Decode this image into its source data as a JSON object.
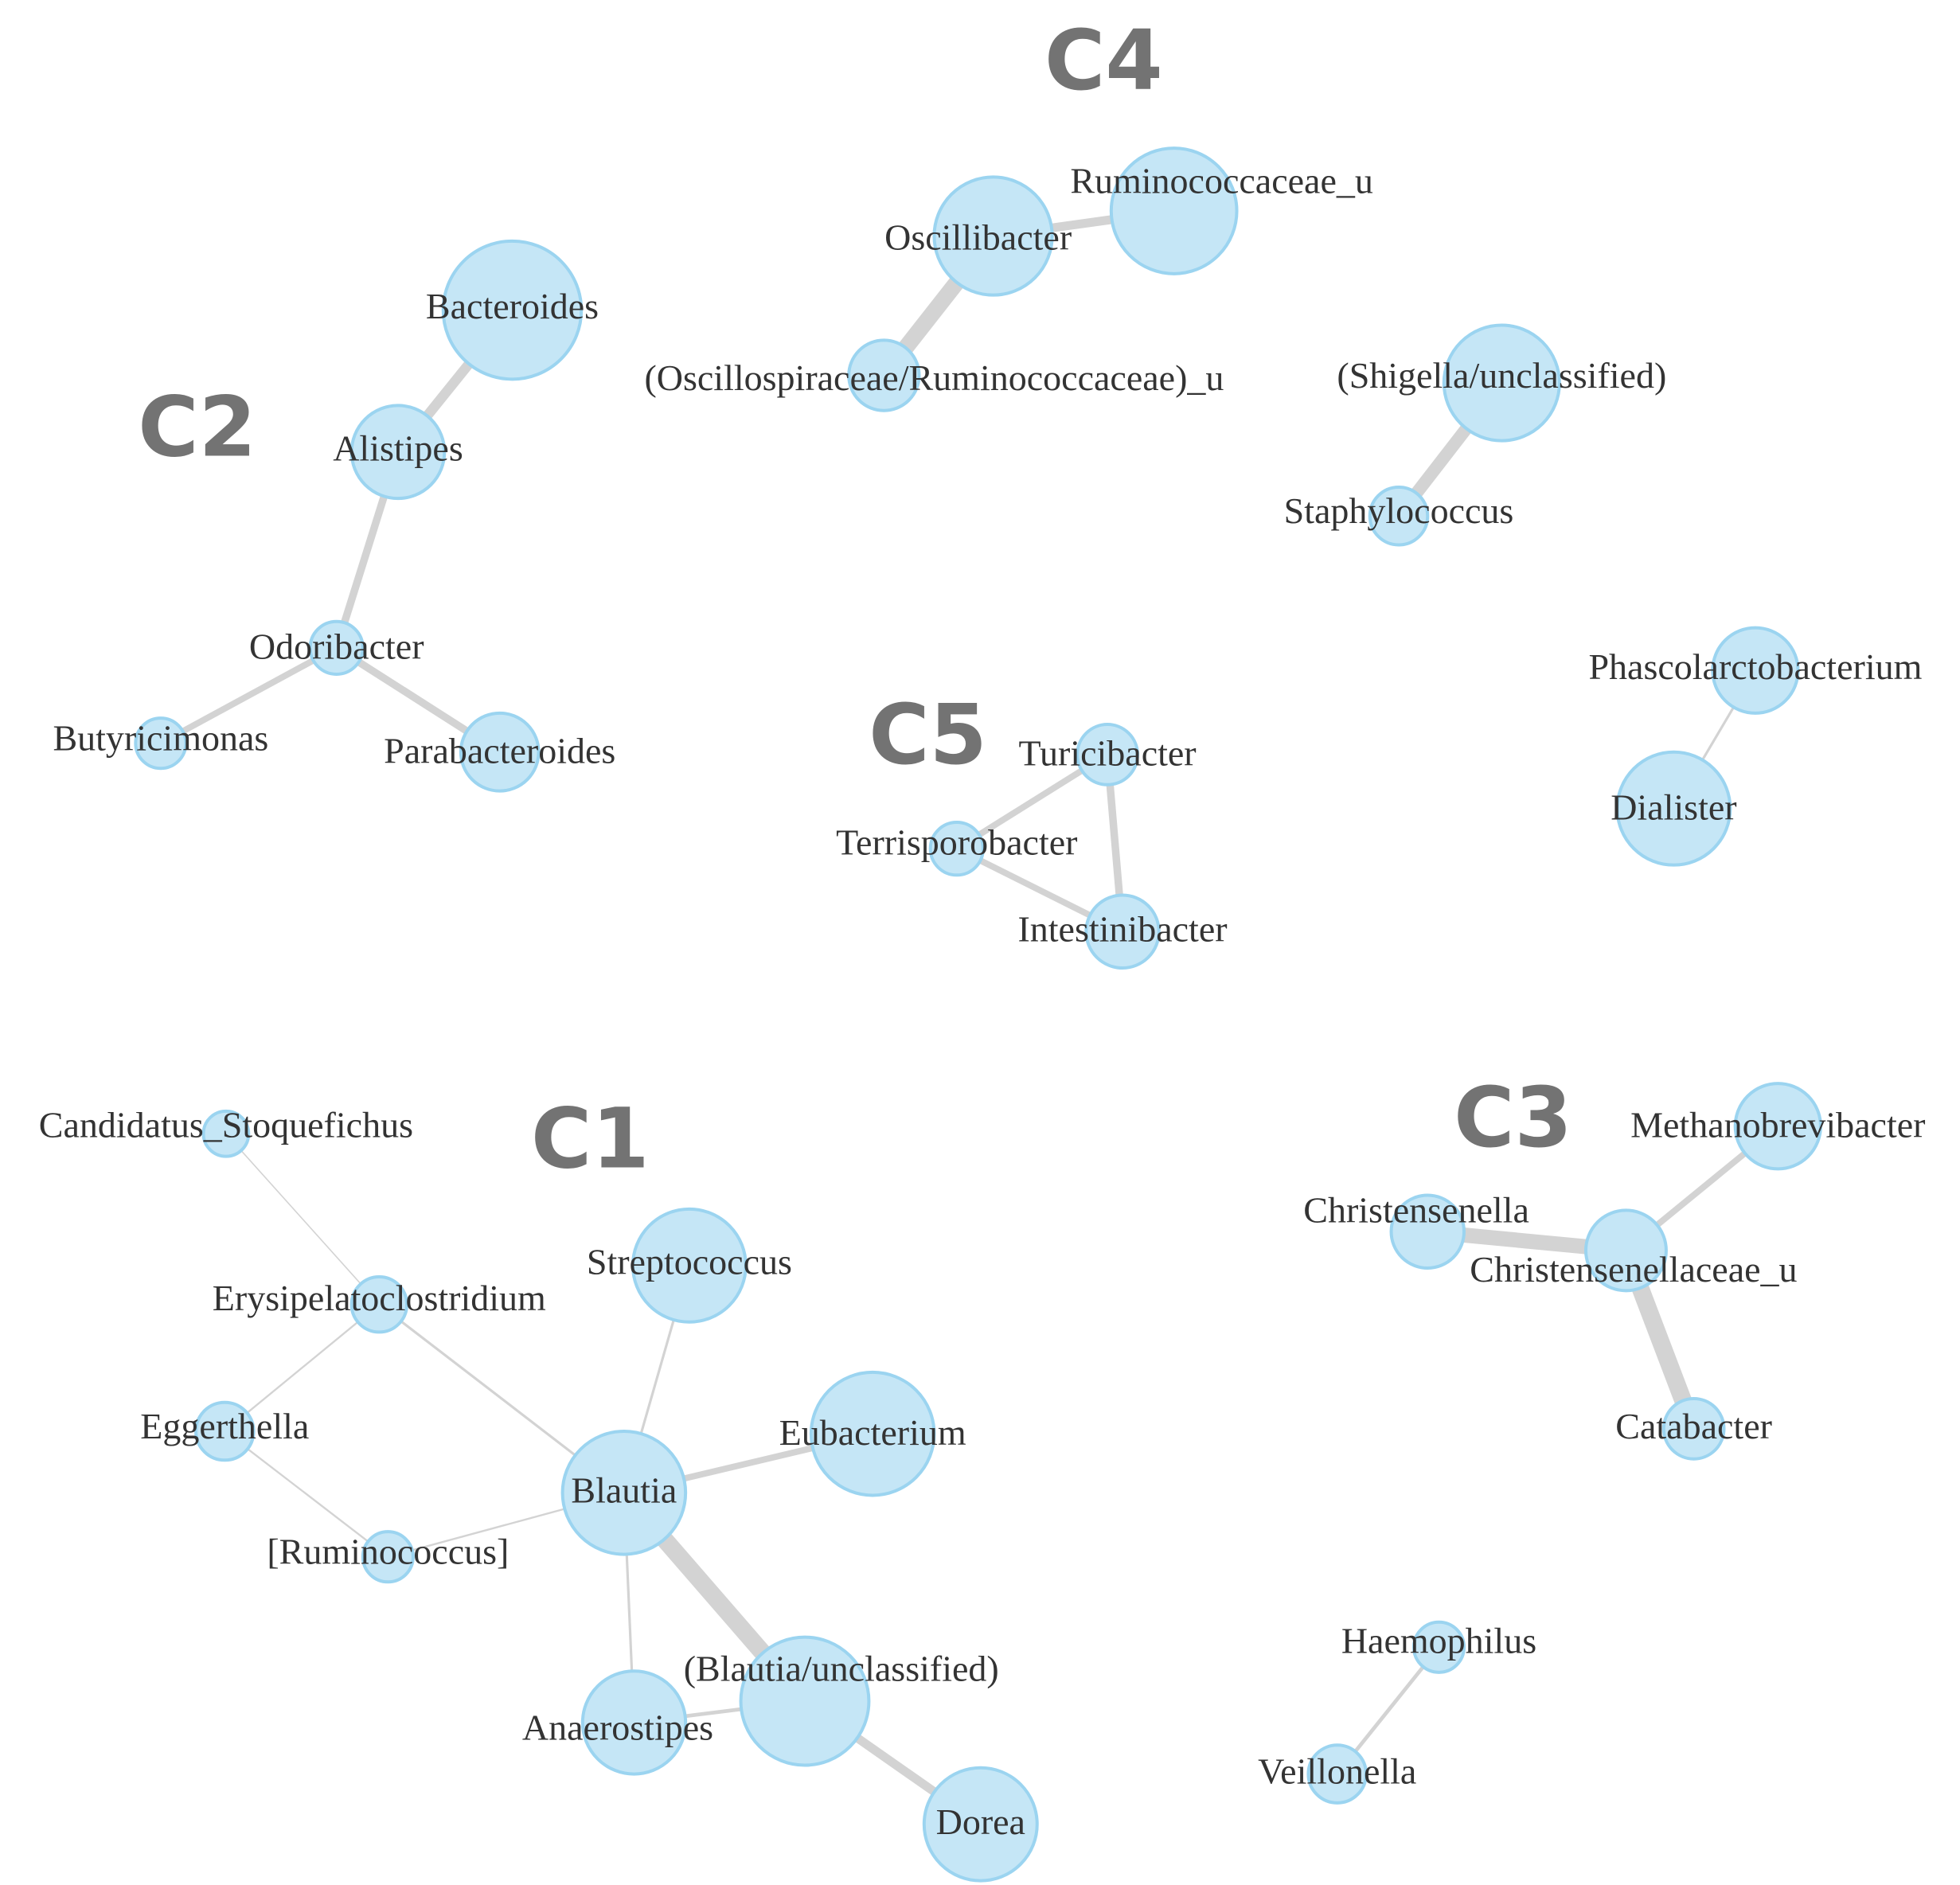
{
  "clusters": [
    {
      "id": "C1",
      "label": "C1"
    },
    {
      "id": "C2",
      "label": "C2"
    },
    {
      "id": "C3",
      "label": "C3"
    },
    {
      "id": "C4",
      "label": "C4"
    },
    {
      "id": "C5",
      "label": "C5"
    }
  ],
  "nodes": [
    {
      "id": "bacteroides",
      "label": "Bacteroides"
    },
    {
      "id": "alistipes",
      "label": "Alistipes"
    },
    {
      "id": "odoribacter",
      "label": "Odoribacter"
    },
    {
      "id": "butyricimonas",
      "label": "Butyricimonas"
    },
    {
      "id": "parabacteroides",
      "label": "Parabacteroides"
    },
    {
      "id": "oscillibacter",
      "label": "Oscillibacter"
    },
    {
      "id": "ruminococcaceae_u",
      "label": "Ruminococcaceae_u"
    },
    {
      "id": "oscillospiraceae_u",
      "label": "(Oscillospiraceae/Ruminococcaceae)_u"
    },
    {
      "id": "shigella",
      "label": "(Shigella/unclassified)"
    },
    {
      "id": "staphylococcus",
      "label": "Staphylococcus"
    },
    {
      "id": "phascolarctobacterium",
      "label": "Phascolarctobacterium"
    },
    {
      "id": "dialister",
      "label": "Dialister"
    },
    {
      "id": "turicibacter",
      "label": "Turicibacter"
    },
    {
      "id": "terrisporobacter",
      "label": "Terrisporobacter"
    },
    {
      "id": "intestinibacter",
      "label": "Intestinibacter"
    },
    {
      "id": "candidatus",
      "label": "Candidatus_Stoquefichus"
    },
    {
      "id": "erysipelatoclostridium",
      "label": "Erysipelatoclostridium"
    },
    {
      "id": "eggerthella",
      "label": "Eggerthella"
    },
    {
      "id": "ruminococcus",
      "label": "[Ruminococcus]"
    },
    {
      "id": "streptococcus",
      "label": "Streptococcus"
    },
    {
      "id": "blautia",
      "label": "Blautia"
    },
    {
      "id": "eubacterium",
      "label": "Eubacterium"
    },
    {
      "id": "anaerostipes",
      "label": "Anaerostipes"
    },
    {
      "id": "blautia_unclassified",
      "label": "(Blautia/unclassified)"
    },
    {
      "id": "dorea",
      "label": "Dorea"
    },
    {
      "id": "methanobrevibacter",
      "label": "Methanobrevibacter"
    },
    {
      "id": "christensenella",
      "label": "Christensenella"
    },
    {
      "id": "christensenellaceae_u",
      "label": "Christensenellaceae_u"
    },
    {
      "id": "catabacter",
      "label": "Catabacter"
    },
    {
      "id": "haemophilus",
      "label": "Haemophilus"
    },
    {
      "id": "veillonella",
      "label": "Veillonella"
    }
  ],
  "edges": [
    {
      "source": "bacteroides",
      "target": "alistipes"
    },
    {
      "source": "alistipes",
      "target": "odoribacter"
    },
    {
      "source": "odoribacter",
      "target": "butyricimonas"
    },
    {
      "source": "odoribacter",
      "target": "parabacteroides"
    },
    {
      "source": "oscillibacter",
      "target": "ruminococcaceae_u"
    },
    {
      "source": "oscillibacter",
      "target": "oscillospiraceae_u"
    },
    {
      "source": "shigella",
      "target": "staphylococcus"
    },
    {
      "source": "phascolarctobacterium",
      "target": "dialister"
    },
    {
      "source": "turicibacter",
      "target": "terrisporobacter"
    },
    {
      "source": "turicibacter",
      "target": "intestinibacter"
    },
    {
      "source": "terrisporobacter",
      "target": "intestinibacter"
    },
    {
      "source": "candidatus",
      "target": "erysipelatoclostridium"
    },
    {
      "source": "erysipelatoclostridium",
      "target": "eggerthella"
    },
    {
      "source": "erysipelatoclostridium",
      "target": "blautia"
    },
    {
      "source": "eggerthella",
      "target": "ruminococcus"
    },
    {
      "source": "ruminococcus",
      "target": "blautia"
    },
    {
      "source": "streptococcus",
      "target": "blautia"
    },
    {
      "source": "eubacterium",
      "target": "blautia"
    },
    {
      "source": "blautia",
      "target": "blautia_unclassified"
    },
    {
      "source": "blautia",
      "target": "anaerostipes"
    },
    {
      "source": "anaerostipes",
      "target": "blautia_unclassified"
    },
    {
      "source": "blautia_unclassified",
      "target": "dorea"
    },
    {
      "source": "methanobrevibacter",
      "target": "christensenellaceae_u"
    },
    {
      "source": "christensenella",
      "target": "christensenellaceae_u"
    },
    {
      "source": "christensenellaceae_u",
      "target": "catabacter"
    },
    {
      "source": "haemophilus",
      "target": "veillonella"
    }
  ]
}
